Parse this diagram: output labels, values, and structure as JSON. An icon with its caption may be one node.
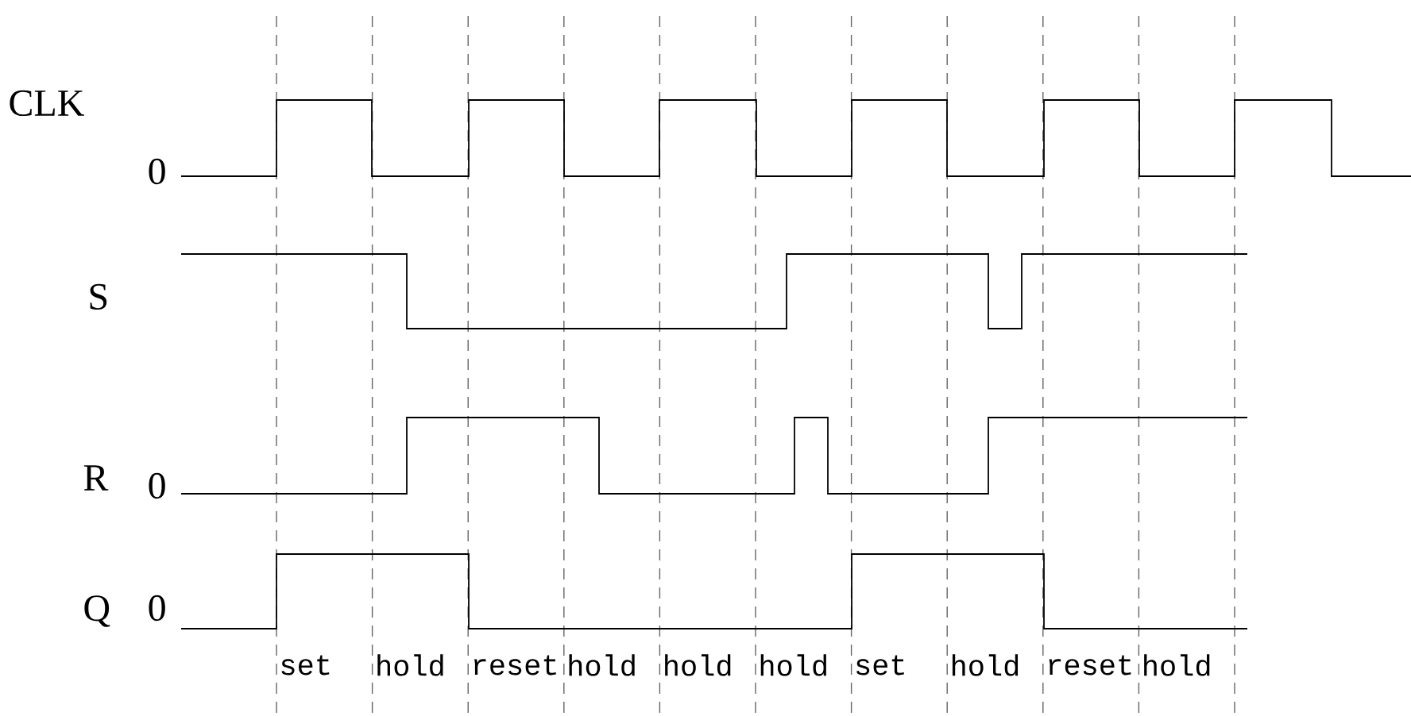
{
  "diagram": {
    "labels": [
      "CLK",
      "0",
      "S",
      "R",
      "0",
      "Q",
      "0",
      "set",
      "hold",
      "reset",
      "hold",
      "hold",
      "hold",
      "set",
      "hold",
      "reset",
      "hold"
    ]
  }
}
